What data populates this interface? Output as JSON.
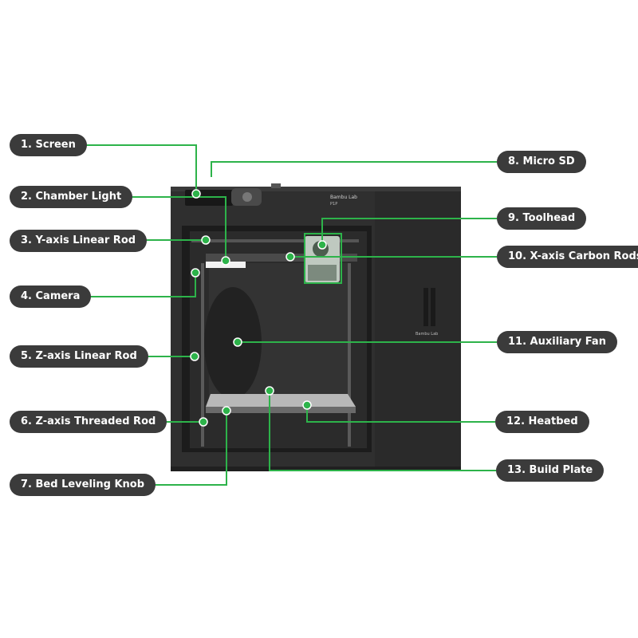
{
  "labels": [
    {
      "id": "screen",
      "text": "1. Screen"
    },
    {
      "id": "chamber-light",
      "text": "2. Chamber Light"
    },
    {
      "id": "y-axis-linear-rod",
      "text": "3. Y-axis Linear Rod"
    },
    {
      "id": "camera",
      "text": "4. Camera"
    },
    {
      "id": "z-axis-linear-rod",
      "text": "5. Z-axis Linear Rod"
    },
    {
      "id": "z-axis-threaded-rod",
      "text": "6. Z-axis Threaded Rod"
    },
    {
      "id": "bed-leveling-knob",
      "text": "7. Bed Leveling Knob"
    },
    {
      "id": "micro-sd",
      "text": "8. Micro SD"
    },
    {
      "id": "toolhead",
      "text": "9. Toolhead"
    },
    {
      "id": "x-axis-carbon-rods",
      "text": "10. X-axis Carbon Rods"
    },
    {
      "id": "auxiliary-fan",
      "text": "11. Auxiliary Fan"
    },
    {
      "id": "heatbed",
      "text": "12. Heatbed"
    },
    {
      "id": "build-plate",
      "text": "13. Build Plate"
    }
  ],
  "printer": {
    "brand_text": "Bambu Lab",
    "model_text": "P1P",
    "side_logo_text": "Bambu Lab"
  },
  "colors": {
    "callout_line": "#2db34a",
    "label_bg": "#3b3b3b",
    "label_text": "#ffffff",
    "printer_body": "#2f2f2f"
  }
}
